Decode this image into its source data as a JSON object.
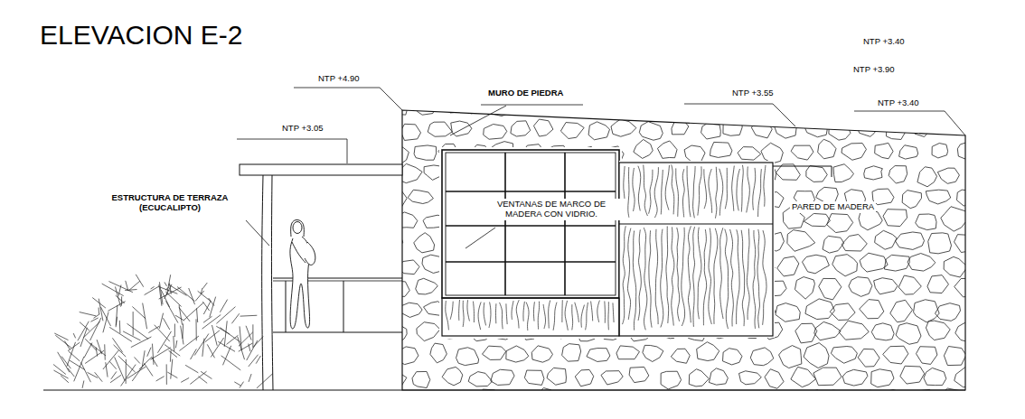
{
  "diagram": {
    "title": "ELEVACION  E-2",
    "labels": [
      "NTP +3.40",
      "NTP +3.90",
      "NTP +3.40",
      "NTP +4.90",
      "MURO DE PIEDRA",
      "NTP +3.55",
      "NTP +3.05",
      "ESTRUCTURA DE TERRAZA (ECUCALIPTO)",
      "VENTANAS DE MARCO DE MADERA CON VIDRIO.",
      "PARED DE MADERA"
    ]
  }
}
